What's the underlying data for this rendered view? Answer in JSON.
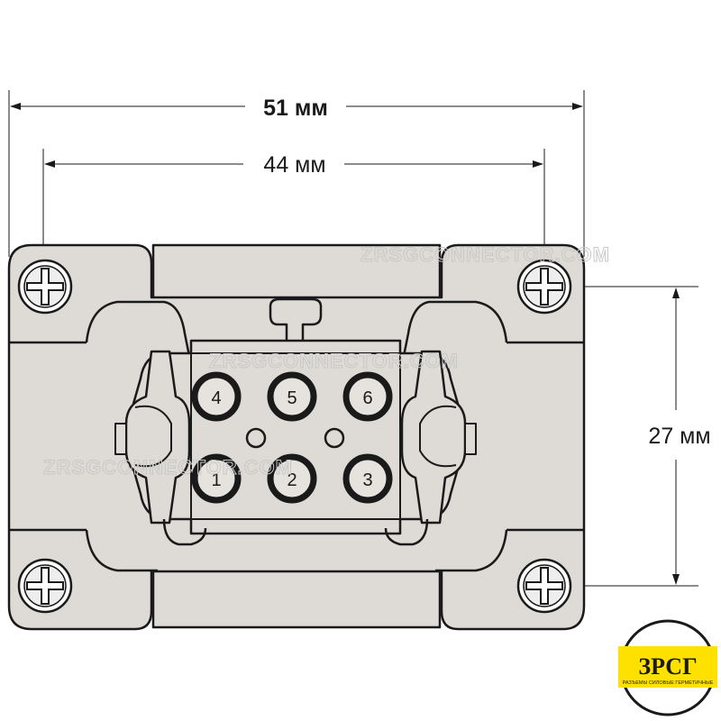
{
  "dimensions": {
    "overall_width": "51 мм",
    "screw_spacing": "44 мм",
    "vertical_spacing": "27 мм"
  },
  "pins": [
    {
      "label": "4"
    },
    {
      "label": "5"
    },
    {
      "label": "6"
    },
    {
      "label": "1"
    },
    {
      "label": "2"
    },
    {
      "label": "3"
    }
  ],
  "watermark": "ZRSGCONNECTOR.COM",
  "logo": {
    "text": "ЗРСГ",
    "subtitle": "РАЗЪЕМЫ СИЛОВЫЕ ГЕРМЕТИЧНЫЕ"
  },
  "colors": {
    "body": "#dedbd6",
    "outline": "#1a1a1a",
    "logo_bg": "#ffe100"
  }
}
